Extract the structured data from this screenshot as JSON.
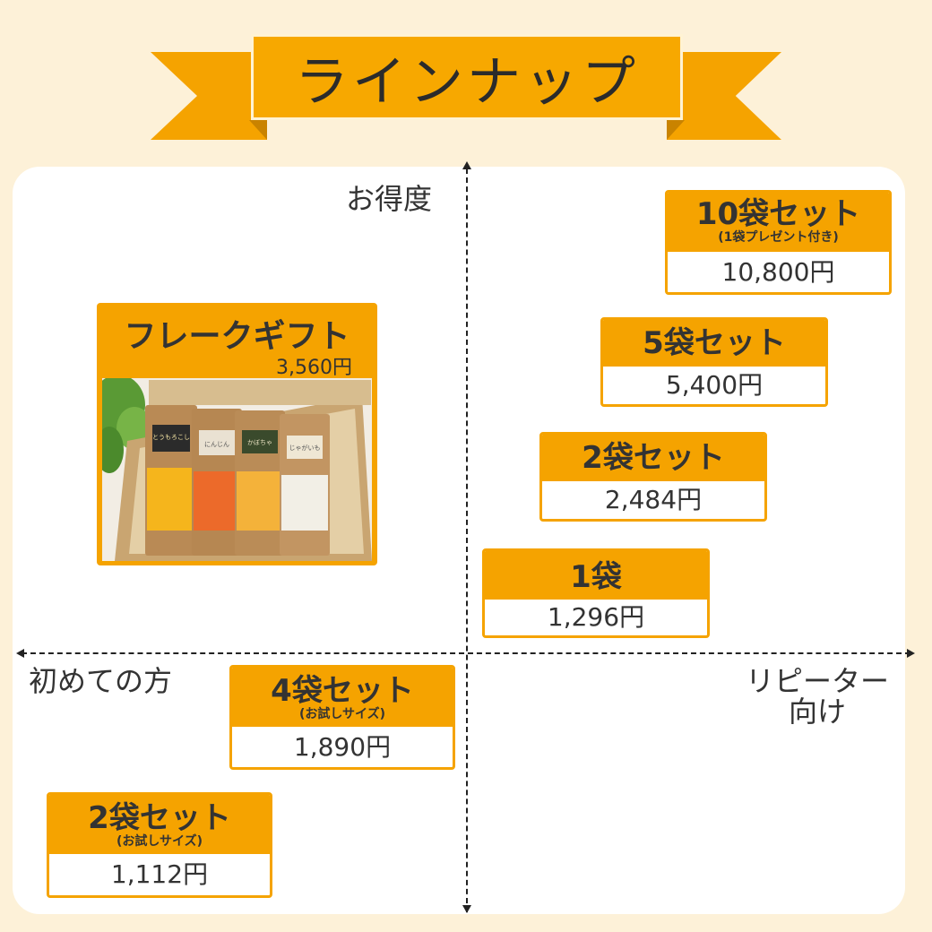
{
  "banner": {
    "title": "ラインナップ"
  },
  "axes": {
    "top": "お得度",
    "left": "初めての方",
    "right_line1": "リピーター",
    "right_line2": "向け"
  },
  "gift": {
    "name": "フレークギフト",
    "price": "3,560円",
    "photo_labels": [
      "とうもろこし",
      "にんじん",
      "かぼちゃ",
      "じゃがいも"
    ]
  },
  "products": {
    "set10": {
      "name": "10袋セット",
      "sub": "(1袋プレゼント付き)",
      "price": "10,800円"
    },
    "set5": {
      "name": "5袋セット",
      "price": "5,400円"
    },
    "set2": {
      "name": "2袋セット",
      "price": "2,484円"
    },
    "bag1": {
      "name": "1袋",
      "price": "1,296円"
    },
    "trial4": {
      "name": "4袋セット",
      "sub": "(お試しサイズ)",
      "price": "1,890円"
    },
    "trial2": {
      "name": "2袋セット",
      "sub": "(お試しサイズ)",
      "price": "1,112円"
    }
  },
  "colors": {
    "accent": "#f5a300",
    "background": "#fdf1d8",
    "panel": "#ffffff"
  }
}
